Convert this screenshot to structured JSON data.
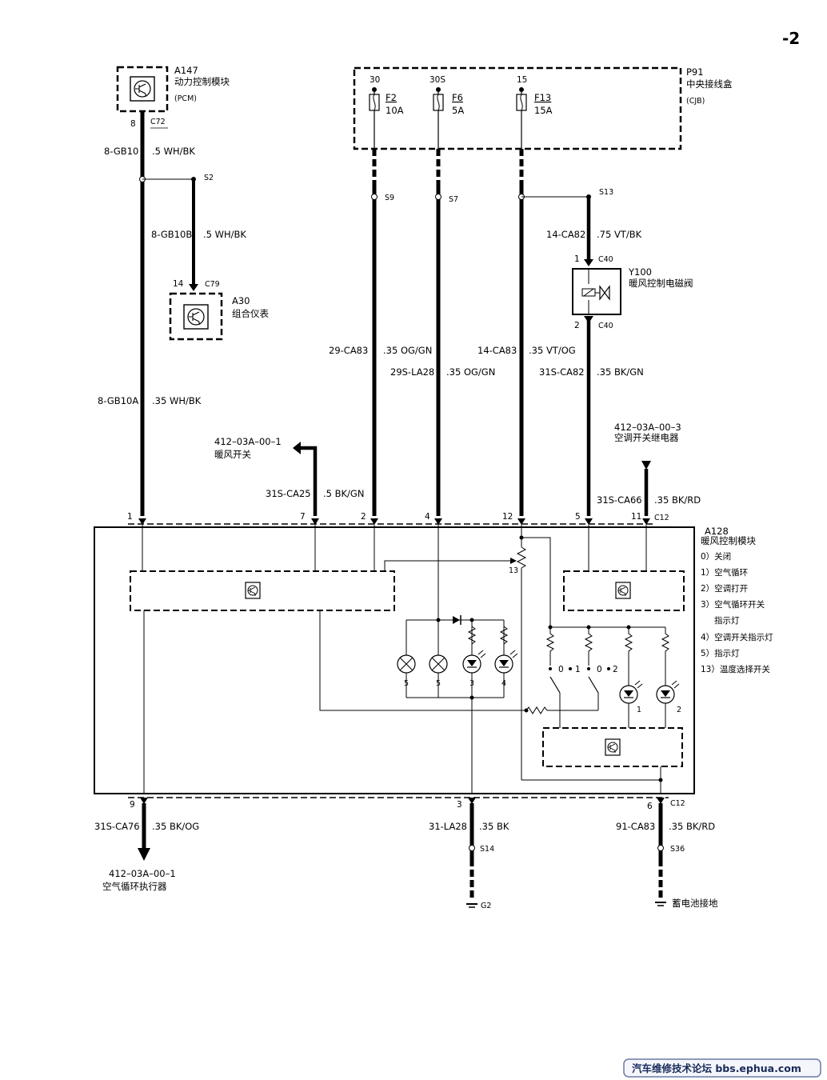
{
  "page_number": "-2",
  "modules": {
    "pcm": {
      "id": "A147",
      "name": "动力控制模块",
      "abbr": "(PCM)",
      "pin": "8",
      "connector": "C72"
    },
    "cluster": {
      "id": "A30",
      "name": "组合仪表",
      "pin": "14",
      "connector": "C79"
    },
    "cjb": {
      "id": "P91",
      "name": "中央接线盒",
      "abbr": "(CJB)",
      "fuses": [
        {
          "terminal": "30",
          "name": "F2",
          "rating": "10A"
        },
        {
          "terminal": "30S",
          "name": "F6",
          "rating": "5A"
        },
        {
          "terminal": "15",
          "name": "F13",
          "rating": "15A"
        }
      ]
    },
    "valve": {
      "id": "Y100",
      "name": "暖风控制电磁阀",
      "pin_top": "1",
      "pin_bottom": "2",
      "connector_top": "C40",
      "connector_bottom": "C40"
    },
    "hcm": {
      "id": "A128",
      "name": "暖风控制模块",
      "connector_top": "C12",
      "connector_bottom": "C12",
      "legend": [
        "0）关闭",
        "1）空气循环",
        "2）空调打开",
        "3）空气循环开关",
        "指示灯",
        "4）空调开关指示灯",
        "5）指示灯",
        "13）温度选择开关"
      ]
    }
  },
  "splices": {
    "s2": "S2",
    "s9": "S9",
    "s7": "S7",
    "s13": "S13",
    "s14": "S14",
    "s36": "S36"
  },
  "wires": {
    "gb10": {
      "id": "8-GB10",
      "spec": ".5 WH/BK"
    },
    "gb10b": {
      "id": "8-GB10B",
      "spec": ".5 WH/BK"
    },
    "gb10a": {
      "id": "8-GB10A",
      "spec": ".35 WH/BK"
    },
    "ca83_29": {
      "id": "29-CA83",
      "spec": ".35 OG/GN"
    },
    "la28_29s": {
      "id": "29S-LA28",
      "spec": ".35 OG/GN"
    },
    "ca83_14": {
      "id": "14-CA83",
      "spec": ".35 VT/OG"
    },
    "ca82_14": {
      "id": "14-CA82",
      "spec": ".75 VT/BK"
    },
    "ca82_31s": {
      "id": "31S-CA82",
      "spec": ".35 BK/GN"
    },
    "ca25": {
      "id": "31S-CA25",
      "spec": ".5 BK/GN"
    },
    "ca66": {
      "id": "31S-CA66",
      "spec": ".35 BK/RD"
    },
    "ca76": {
      "id": "31S-CA76",
      "spec": ".35 BK/OG"
    },
    "la28_31": {
      "id": "31-LA28",
      "spec": ".35 BK"
    },
    "ca83_91": {
      "id": "91-CA83",
      "spec": ".35 BK/RD"
    }
  },
  "refs": {
    "heater_switch": {
      "code": "412–03A–00–1",
      "name": "暖风开关"
    },
    "ac_relay": {
      "code": "412–03A–00–3",
      "name": "空调开关继电器"
    },
    "recirc_actuator": {
      "code": "412–03A–00–1",
      "name": "空气循环执行器"
    }
  },
  "grounds": {
    "g2": "G2",
    "battery": "蓄电池接地"
  },
  "pins_top": [
    "1",
    "7",
    "2",
    "4",
    "12",
    "5",
    "11"
  ],
  "pins_bottom": [
    "9",
    "3",
    "6"
  ],
  "internal": {
    "temp_switch_pin": "13",
    "lamps": [
      "5",
      "5",
      "3",
      "4"
    ],
    "switch_positions": [
      "0",
      "1",
      "0",
      "2"
    ],
    "leds_right": [
      "1",
      "2"
    ]
  },
  "watermark": "汽车维修技术论坛 bbs.ephua.com"
}
